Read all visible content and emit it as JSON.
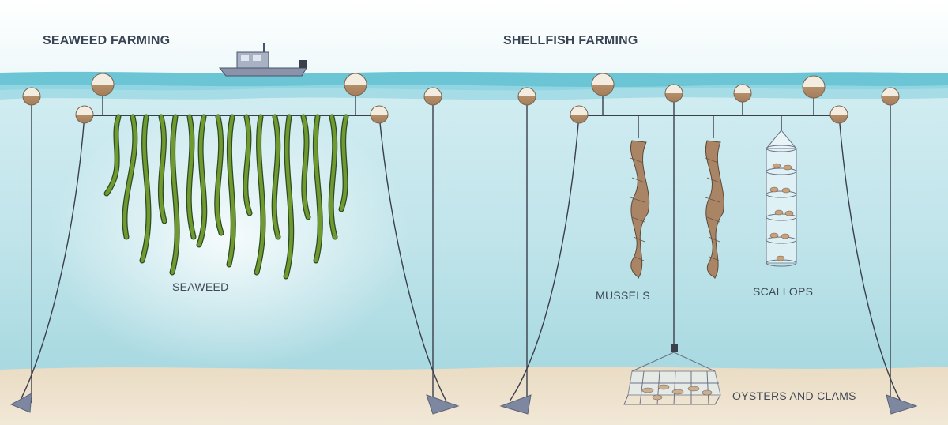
{
  "titles": {
    "seaweed": "SEAWEED FARMING",
    "shellfish": "SHELLFISH FARMING"
  },
  "labels": {
    "seaweed": "SEAWEED",
    "mussels": "MUSSELS",
    "scallops": "SCALLOPS",
    "oysters_clams": "OYSTERS AND CLAMS"
  },
  "colors": {
    "sky": "#f2f9fb",
    "surface": "#6cc4d4",
    "water_top": "#d3edf2",
    "water_bottom": "#9fd4dd",
    "sand": "#eadcc5",
    "rope": "#3a3f4b",
    "buoy_top": "#f1eadc",
    "buoy_bottom": "#b38d67",
    "seaweed": "#6e9a2e",
    "seaweed_dark": "#2f4a24",
    "mussel": "#a98465",
    "anchor": "#7d87a0"
  }
}
